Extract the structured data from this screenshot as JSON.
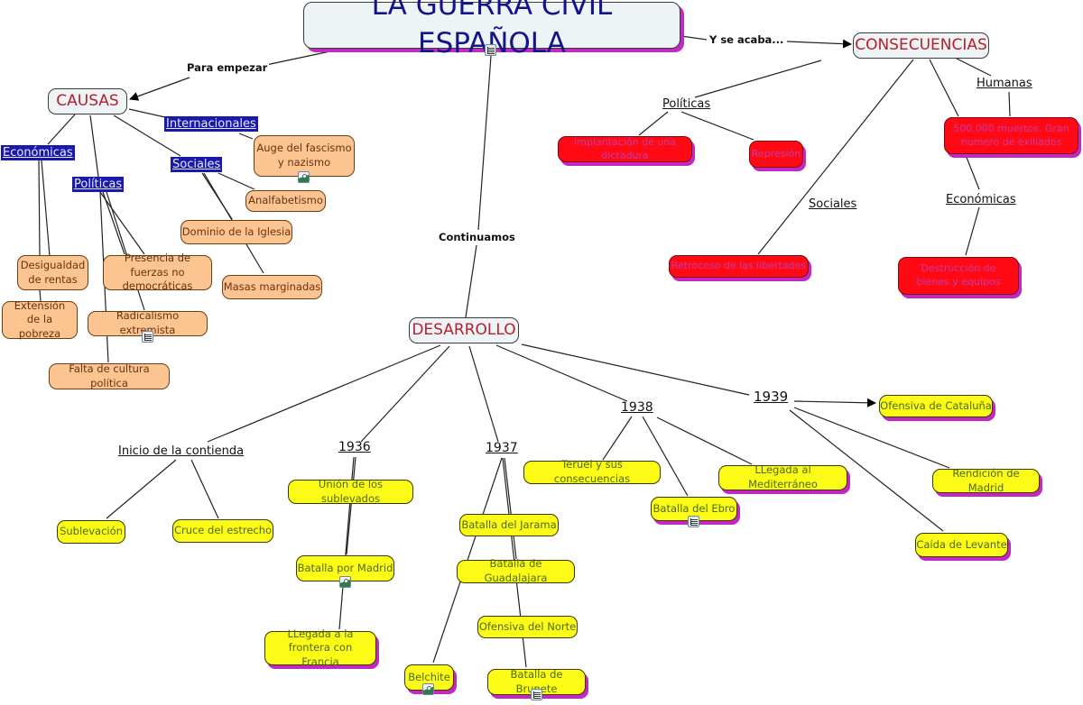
{
  "title": "LA GUERRA CIVIL ESPAÑOLA",
  "link_labels": {
    "to_causas": "Para empezar",
    "to_consecuencias": "Y se acaba...",
    "to_desarrollo": "Continuamos"
  },
  "causas": {
    "label": "CAUSAS",
    "categories": {
      "internacionales": "Internacionales",
      "economicas": "Económicas",
      "politicas": "Políticas",
      "sociales": "Sociales"
    },
    "items": {
      "auge": "Auge del fascismo y nazismo",
      "analfabetismo": "Analfabetismo",
      "iglesia": "Dominio de la Iglesia",
      "masas": "Masas marginadas",
      "desigualdad": "Desigualdad de rentas",
      "pobreza": "Extensión de la pobreza",
      "fuerzas": "Presencia de fuerzas no democráticas",
      "radicalismo": "Radicalismo extremista",
      "cultura": "Falta de cultura política"
    }
  },
  "consecuencias": {
    "label": "CONSECUENCIAS",
    "categories": {
      "politicas": "Políticas",
      "humanas": "Humanas",
      "sociales": "Sociales",
      "economicas": "Económicas"
    },
    "items": {
      "dictadura": "Implantación de una dictadura",
      "represion": "Represión",
      "muertos": "500.000 muertos. Gran numero de exiliados",
      "libertades": "Retroceso de las libertades",
      "bienes": "Destrucción de bienes y equipos"
    }
  },
  "desarrollo": {
    "label": "DESARROLLO",
    "periods": {
      "inicio": "Inicio de la contienda",
      "y1936": "1936",
      "y1937": "1937",
      "y1938": "1938",
      "y1939": "1939"
    },
    "items": {
      "sublevacion": "Sublevación",
      "estrecho": "Cruce del estrecho",
      "union": "Unión de los sublevados",
      "madrid": "Batalla por Madrid",
      "frontera": "LLegada a la frontera con Francia",
      "jarama": "Batalla del Jarama",
      "guadalajara": "Batalla de Guadalajara",
      "norte": "Ofensiva del Norte",
      "belchite": "Belchite",
      "brunete": "Batalla de Brunete",
      "teruel": "Teruel y sus consecuencias",
      "ebro": "Batalla del Ebro",
      "mediterraneo": "LLegada al Mediterráneo",
      "cataluna": "Ofensiva de Cataluña",
      "rendicion": "Rendición de Madrid",
      "levante": "Caída de Levante"
    }
  },
  "icons": {
    "title_doc": "document-icon",
    "auge_img": "image-icon",
    "radicalismo_doc": "document-icon",
    "madrid_img": "image-icon",
    "belchite_img": "image-icon",
    "brunete_doc": "document-icon",
    "ebro_doc": "document-icon"
  },
  "colors": {
    "title_text": "#14148a",
    "section_text": "#b81e2a",
    "causes_fill": "#fcc490",
    "consequences_fill": "#ff0a14",
    "development_fill": "#fbfb17",
    "category_highlight": "#1a1aa8",
    "shadow": "#c428c4"
  }
}
